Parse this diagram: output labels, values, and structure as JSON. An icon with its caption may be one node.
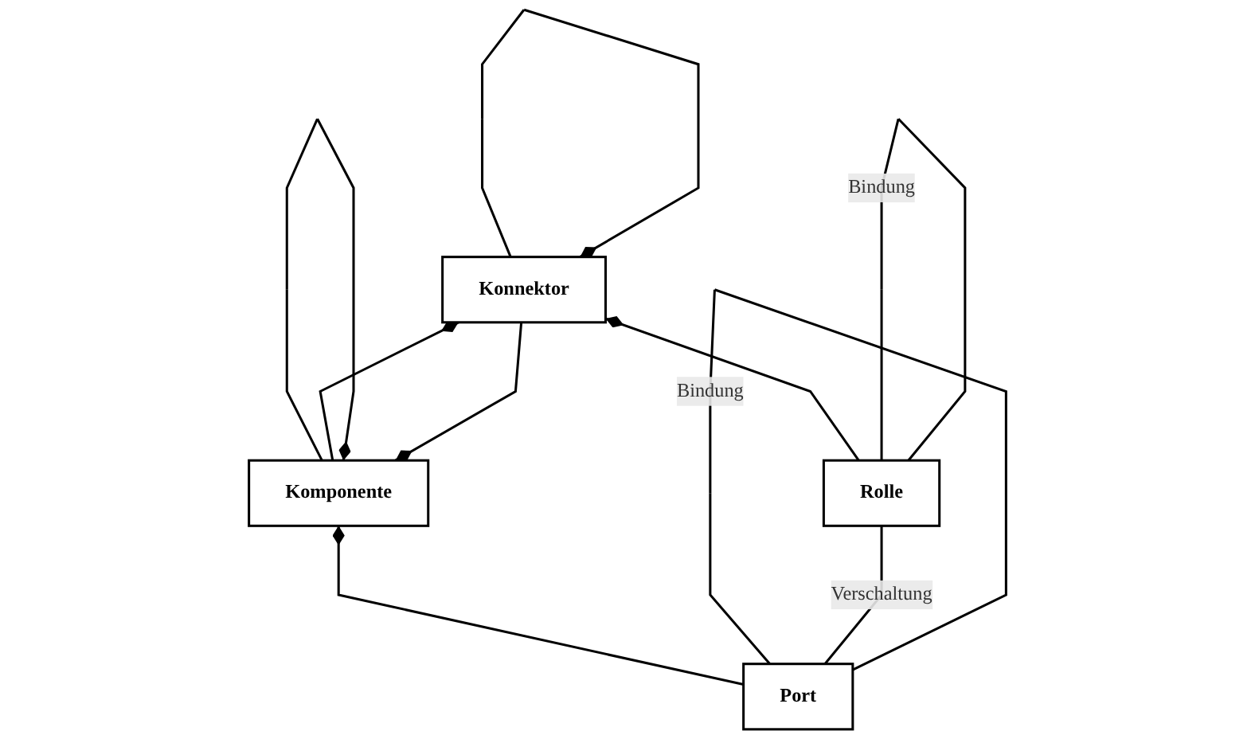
{
  "diagram": {
    "nodes": [
      {
        "text": [
          "Komponente"
        ]
      },
      {
        "text": [
          "Konnektor"
        ]
      },
      {
        "text": [
          "Port"
        ]
      },
      {
        "text": [
          "Rolle"
        ]
      }
    ],
    "edges": [
      {
        "from": 0,
        "to": 0,
        "arrow": "other"
      },
      {
        "from": 0,
        "to": 1,
        "arrow": "other"
      },
      {
        "from": 1,
        "to": 0,
        "arrow": "other"
      },
      {
        "from": 2,
        "to": 0,
        "arrow": "other"
      },
      {
        "from": 1,
        "to": 1,
        "arrow": "other"
      },
      {
        "from": 3,
        "to": 1,
        "arrow": "other"
      },
      {
        "from": 2,
        "to": 2,
        "arrow": "none",
        "label": "Bindung"
      },
      {
        "from": 3,
        "to": 3,
        "arrow": "none",
        "label": "Bindung"
      },
      {
        "from": 2,
        "to": 3,
        "arrow": "none",
        "label": "Verschaltung"
      }
    ]
  }
}
